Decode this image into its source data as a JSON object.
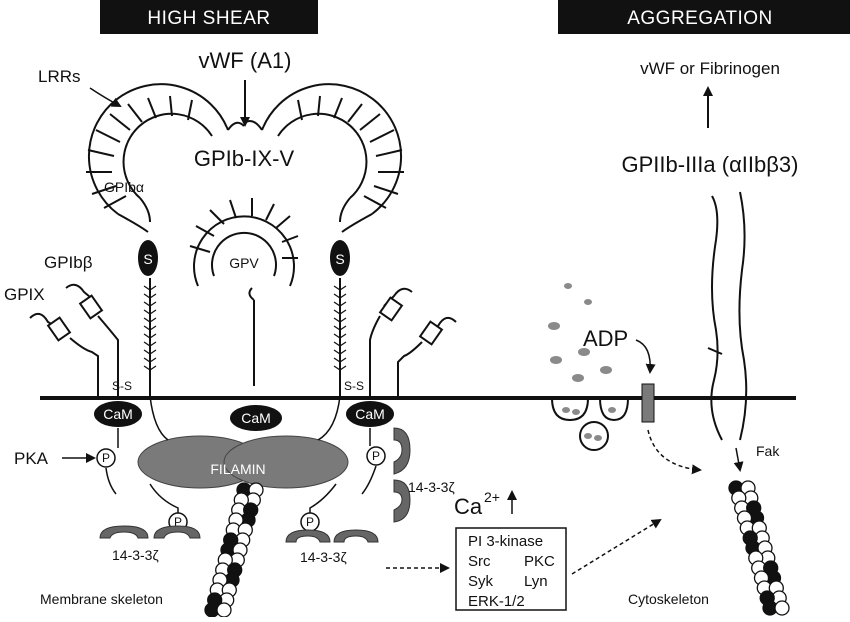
{
  "headers": {
    "high_shear": "HIGH SHEAR",
    "aggregation": "AGGREGATION"
  },
  "labels": {
    "vwf_a1": "vWF (A1)",
    "lrrs": "LRRs",
    "gpib_ix_v": "GPIb-IX-V",
    "gpib_alpha": "GPIbα",
    "gpib_beta": "GPIbβ",
    "gpix": "GPIX",
    "gpv": "GPV",
    "s_left": "S",
    "s_right": "S",
    "ss_left": "S-S",
    "ss_right": "S-S",
    "cam_left": "CaM",
    "cam_mid": "CaM",
    "cam_right": "CaM",
    "pka": "PKA",
    "p_left": "P",
    "p_right": "P",
    "p_lower_left": "P",
    "p_lower_right": "P",
    "filamin": "FILAMIN",
    "protein_1433_left": "14-3-3ζ",
    "protein_1433_mid": "14-3-3ζ",
    "protein_1433_right": "14-3-3ζ",
    "membrane_skeleton": "Membrane skeleton",
    "calcium": "Ca",
    "calcium_sup": "2+",
    "vwf_fibrinogen": "vWF or Fibrinogen",
    "gpiib_iiia": "GPIIb-IIIa (αIIbβ3)",
    "adp": "ADP",
    "fak": "Fak",
    "cytoskeleton": "Cytoskeleton"
  },
  "signaling_box": {
    "row1": "PI 3-kinase",
    "row2_left": "Src",
    "row2_right": "PKC",
    "row3_left": "Syk",
    "row3_right": "Lyn",
    "row4": "ERK-1/2"
  },
  "colors": {
    "header_bg": "#111111",
    "filamin_fill": "#7a7a7a",
    "dark_fill": "#222222",
    "granule_fill": "#8a8a8a"
  }
}
